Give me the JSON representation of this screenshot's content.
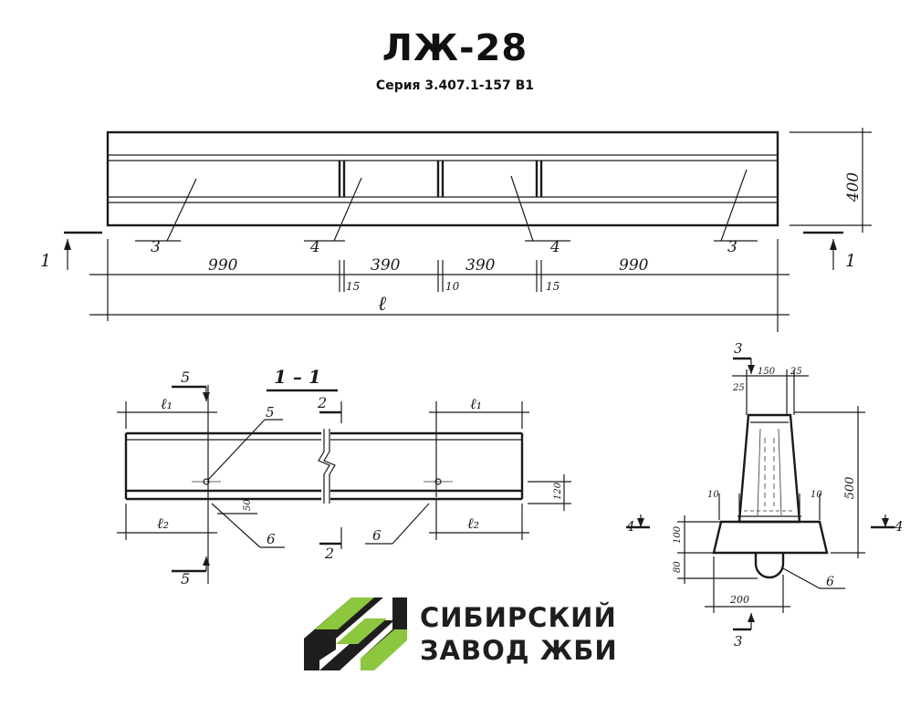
{
  "header": {
    "title": "ЛЖ-28",
    "subtitle": "Серия 3.407.1-157 В1"
  },
  "logo": {
    "line1": "СИБИРСКИЙ",
    "line2": "ЗАВОД ЖБИ",
    "color_dark": "#1e1e1e",
    "color_accent": "#8dc63f"
  },
  "elevation": {
    "height": "400",
    "length": "ℓ",
    "spans": [
      "990",
      "390",
      "390",
      "990"
    ],
    "gaps": [
      "15",
      "10",
      "15"
    ],
    "callouts": [
      "3",
      "4",
      "4",
      "3"
    ],
    "section_mark": "1"
  },
  "section_1_1": {
    "title": "1 – 1",
    "l1": "ℓ₁",
    "l2": "ℓ₂",
    "mark5": "5",
    "mark2": "2",
    "mark6": "6",
    "dim_120": "120",
    "dim_50": "50"
  },
  "cross_section": {
    "mark3": "3",
    "mark4": "4",
    "mark6": "6",
    "dim_150": "150",
    "dim_25": "25",
    "dim_500": "500",
    "dim_10": "10",
    "dim_100": "100",
    "dim_80": "80",
    "dim_200": "200"
  }
}
